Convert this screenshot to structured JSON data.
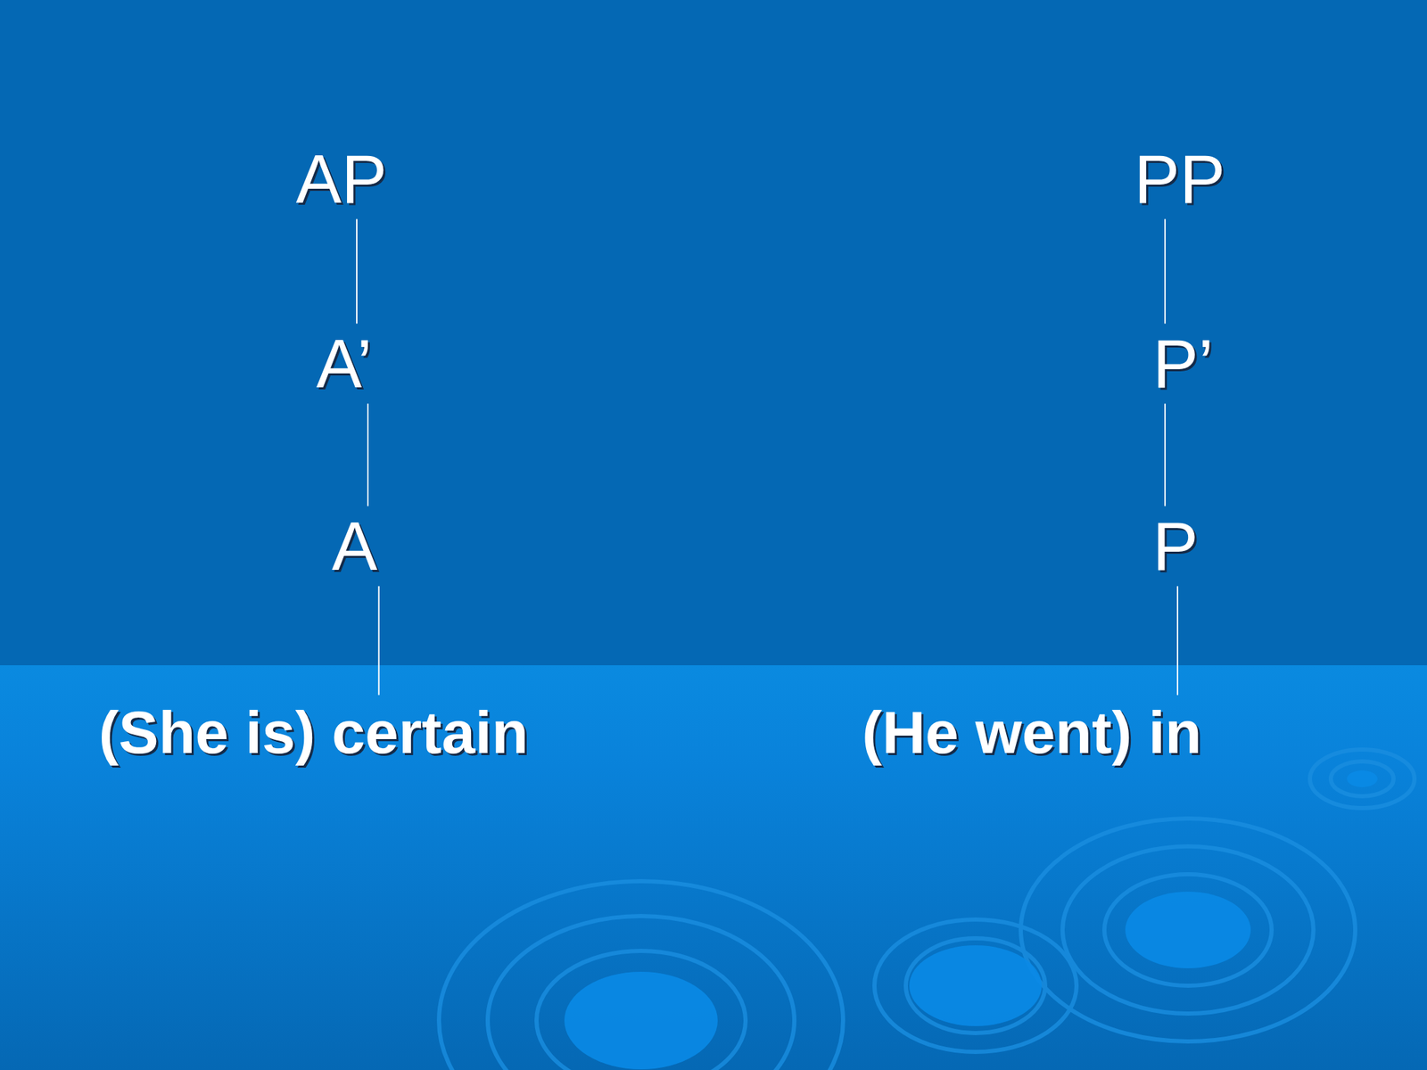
{
  "diagram": {
    "nodes": [
      {
        "text": [
          "AP"
        ]
      },
      {
        "text": [
          "A’"
        ]
      },
      {
        "text": [
          "A"
        ]
      },
      {
        "text": [
          "(She is) certain"
        ]
      },
      {
        "text": [
          "PP"
        ]
      },
      {
        "text": [
          "P’"
        ]
      },
      {
        "text": [
          "P"
        ]
      },
      {
        "text": [
          "(He went) in"
        ]
      }
    ],
    "edges": [
      {
        "from": 0,
        "to": 1,
        "arrow": "none"
      },
      {
        "from": 1,
        "to": 2,
        "arrow": "none"
      },
      {
        "from": 2,
        "to": 3,
        "arrow": "none"
      },
      {
        "from": 4,
        "to": 5,
        "arrow": "none"
      },
      {
        "from": 5,
        "to": 6,
        "arrow": "none"
      },
      {
        "from": 6,
        "to": 7,
        "arrow": "none"
      }
    ]
  }
}
